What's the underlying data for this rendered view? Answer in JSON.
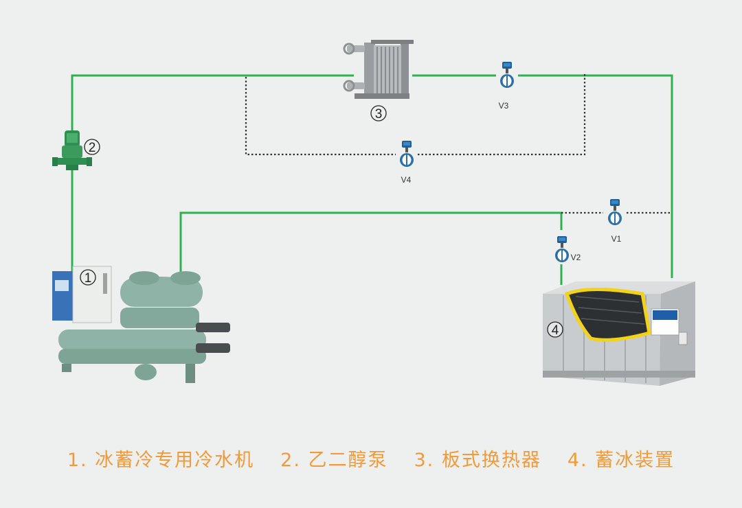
{
  "colors": {
    "pipe_green": "#2eb24f",
    "pipe_dotted": "#333333",
    "legend_orange": "#f29a3a",
    "equipment_green": "#8fb3a6",
    "valve_blue": "#2a6fa8",
    "tank_grey": "#c9ccce",
    "tank_yellow": "#f3d21a",
    "background": "#eef0ef"
  },
  "components": {
    "chiller": {
      "marker": "1",
      "icon": "water-chiller-icon"
    },
    "pump": {
      "marker": "2",
      "icon": "glycol-pump-icon"
    },
    "heat_exchanger": {
      "marker": "3",
      "icon": "plate-heat-exchanger-icon"
    },
    "ice_tank": {
      "marker": "4",
      "icon": "ice-storage-tank-icon"
    }
  },
  "valves": {
    "v1": "V1",
    "v2": "V2",
    "v3": "V3",
    "v4": "V4"
  },
  "legend": [
    "1. 冰蓄冷专用冷水机",
    "2. 乙二醇泵",
    "3. 板式换热器",
    "4. 蓄冰装置"
  ]
}
